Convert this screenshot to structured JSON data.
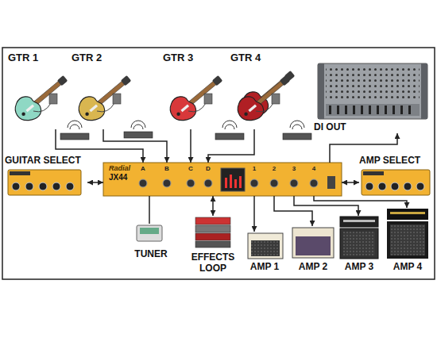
{
  "diagram": {
    "nodes": [
      {
        "text": [
          "GTR 1"
        ]
      },
      {
        "text": [
          "GTR 2"
        ]
      },
      {
        "text": [
          "GTR 3"
        ]
      },
      {
        "text": [
          "GTR 4"
        ]
      },
      {
        "text": [
          "DI OUT"
        ]
      },
      {
        "text": [
          "GUITAR SELECT"
        ]
      },
      {
        "text": [
          "Radial",
          "JX44"
        ]
      },
      {
        "text": [
          "AMP SELECT"
        ]
      },
      {
        "text": [
          "TUNER"
        ]
      },
      {
        "text": [
          "EFFECTS LOOP"
        ]
      },
      {
        "text": [
          "AMP 1"
        ]
      },
      {
        "text": [
          "AMP 2"
        ]
      },
      {
        "text": [
          "AMP 3"
        ]
      },
      {
        "text": [
          "AMP 4"
        ]
      }
    ],
    "edges": [
      {
        "from": 0,
        "to": 6,
        "arrow": "to"
      },
      {
        "from": 1,
        "to": 6,
        "arrow": "to"
      },
      {
        "from": 2,
        "to": 6,
        "arrow": "to"
      },
      {
        "from": 3,
        "to": 6,
        "arrow": "to"
      },
      {
        "from": 6,
        "to": 4,
        "arrow": "to"
      },
      {
        "from": 5,
        "to": 6,
        "arrow": "both"
      },
      {
        "from": 6,
        "to": 7,
        "arrow": "both"
      },
      {
        "from": 6,
        "to": 8,
        "arrow": "none"
      },
      {
        "from": 6,
        "to": 9,
        "arrow": "both"
      },
      {
        "from": 6,
        "to": 10,
        "arrow": "to"
      },
      {
        "from": 6,
        "to": 11,
        "arrow": "to"
      },
      {
        "from": 6,
        "to": 12,
        "arrow": "to"
      },
      {
        "from": 6,
        "to": 13,
        "arrow": "to"
      }
    ],
    "labels": [
      "A",
      "B",
      "C",
      "D",
      "1",
      "2",
      "3",
      "4"
    ]
  }
}
